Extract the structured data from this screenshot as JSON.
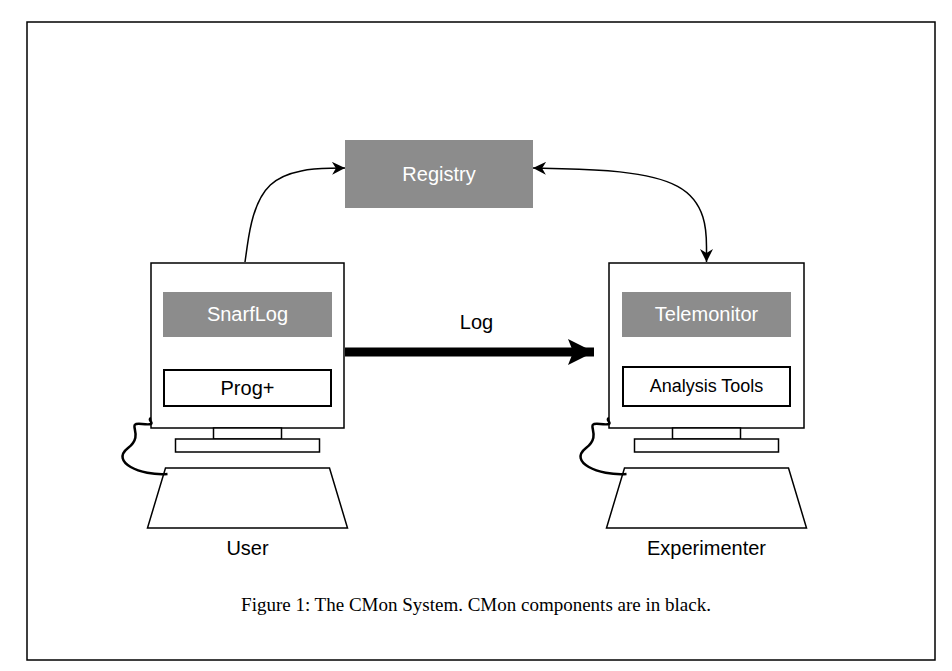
{
  "diagram": {
    "caption": "Figure 1: The CMon System. CMon components are in black.",
    "nodes": [
      {
        "text": [
          "Registry"
        ]
      },
      {
        "text": [
          "User"
        ]
      },
      {
        "text": [
          "SnarfLog"
        ],
        "in": 1
      },
      {
        "text": [
          "Prog+"
        ],
        "in": 1
      },
      {
        "text": [
          "Experimenter"
        ]
      },
      {
        "text": [
          "Telemonitor"
        ],
        "in": 4
      },
      {
        "text": [
          "Analysis Tools"
        ],
        "in": 4
      }
    ],
    "edges": [
      {
        "from": 1,
        "to": 0,
        "arrow": "to"
      },
      {
        "from": 0,
        "to": 4,
        "arrow": "both"
      },
      {
        "from": 3,
        "to": 2,
        "arrow": "to"
      },
      {
        "from": 1,
        "to": 4,
        "label": "Log",
        "arrow": "to"
      },
      {
        "from": 5,
        "to": 6,
        "arrow": "to"
      }
    ]
  }
}
